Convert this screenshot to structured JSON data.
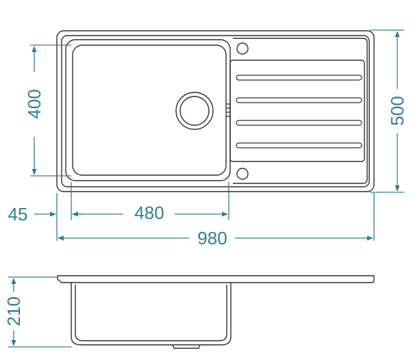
{
  "dimensions": {
    "bowl_height": "400",
    "overall_depth": "500",
    "left_margin": "45",
    "bowl_width": "480",
    "overall_width": "980",
    "bowl_depth": "210"
  },
  "colors": {
    "dimension": "#2f7f96",
    "outline": "#2e2e2e",
    "background": "#ffffff"
  }
}
